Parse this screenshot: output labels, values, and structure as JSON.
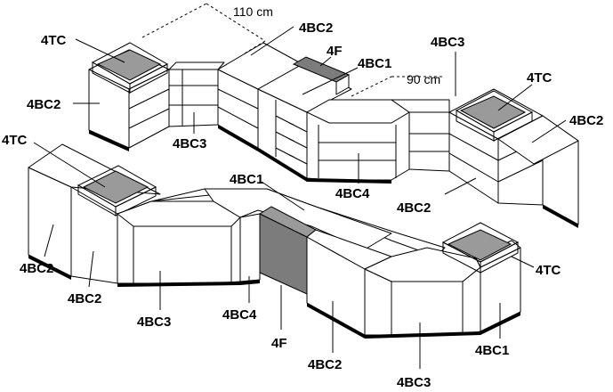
{
  "dimensions": [
    "110 cm",
    "90 cm"
  ],
  "labels": {
    "back_4tc": "4TC",
    "back_4bc2_top": "4BC2",
    "back_4f": "4F",
    "back_4bc1": "4BC1",
    "back_4bc3_top": "4BC3",
    "back_4tc_right": "4TC",
    "back_4bc2_left": "4BC2",
    "back_4bc2_right": "4BC2",
    "back_4bc3": "4BC3",
    "back_4bc4": "4BC4",
    "back_4bc2_bottom": "4BC2",
    "front_4tc_left": "4TC",
    "front_4bc1_top": "4BC1",
    "front_4bc2_a": "4BC2",
    "front_4bc2_b": "4BC2",
    "front_4bc3": "4BC3",
    "front_4bc4": "4BC4",
    "front_4f": "4F",
    "front_4bc2_c": "4BC2",
    "front_4bc3_b": "4BC3",
    "front_4bc1_right": "4BC1",
    "front_4tc_right": "4TC"
  }
}
